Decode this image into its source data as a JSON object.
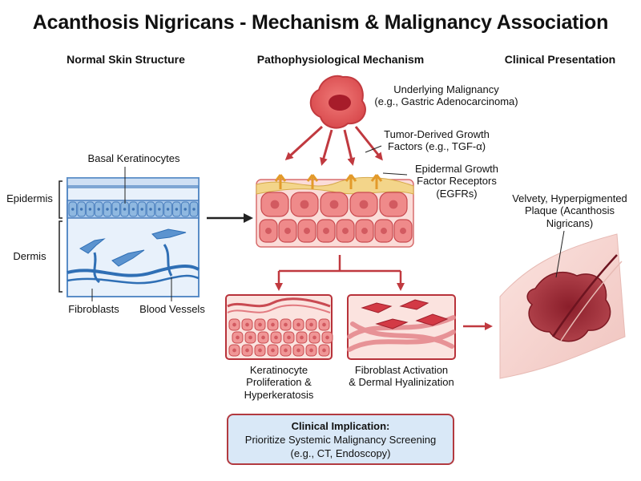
{
  "title": "Acanthosis Nigricans - Mechanism & Malignancy Association",
  "columns": {
    "normal": "Normal Skin Structure",
    "mechanism": "Pathophysiological Mechanism",
    "clinical": "Clinical Presentation"
  },
  "normal_skin": {
    "basal_label": "Basal Keratinocytes",
    "epidermis_label": "Epidermis",
    "dermis_label": "Dermis",
    "fibroblasts_label": "Fibroblasts",
    "vessels_label": "Blood Vessels"
  },
  "mechanism": {
    "malignancy_line1": "Underlying Malignancy",
    "malignancy_line2": "(e.g., Gastric Adenocarcinoma)",
    "growth_line1": "Tumor-Derived Growth",
    "growth_line2": "Factors (e.g., TGF-α)",
    "egfr_line1": "Epidermal Growth",
    "egfr_line2": "Factor Receptors",
    "egfr_line3": "(EGFRs)",
    "kera_line1": "Keratinocyte",
    "kera_line2": "Proliferation &",
    "kera_line3": "Hyperkeratosis",
    "fibro_line1": "Fibroblast Activation",
    "fibro_line2": "& Dermal Hyalinization"
  },
  "clinical": {
    "plaque_line1": "Velvety, Hyperpigmented",
    "plaque_line2": "Plaque (Acanthosis",
    "plaque_line3": "Nigricans)"
  },
  "implication": {
    "heading": "Clinical Implication:",
    "line1": "Prioritize Systemic Malignancy Screening",
    "line2": "(e.g., CT, Endoscopy)"
  },
  "colors": {
    "arrow_red": "#c0393f",
    "cell_red": "#ef8a8a",
    "cell_blue": "#8fb8e0",
    "plaque": "#9a2a35"
  }
}
